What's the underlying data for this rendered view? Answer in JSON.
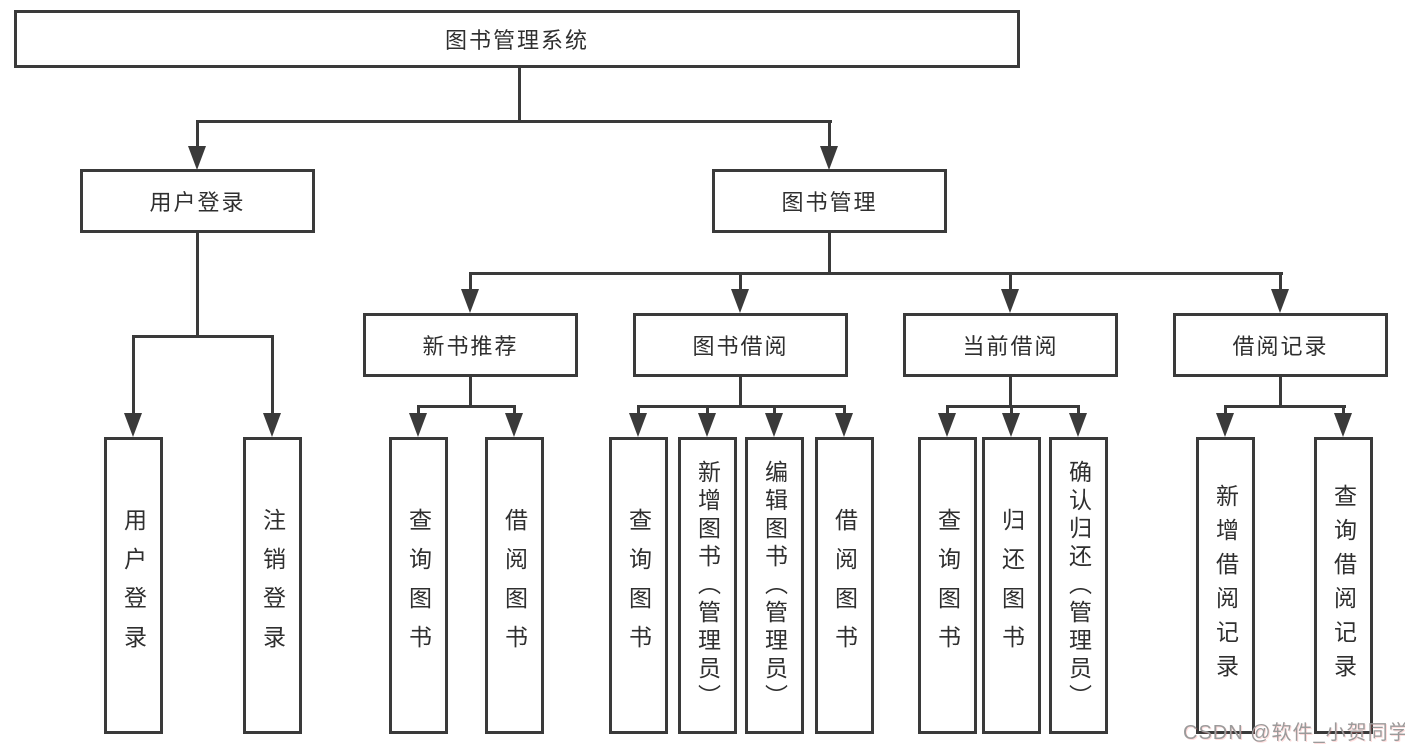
{
  "diagram": {
    "root": "图书管理系统",
    "level2": {
      "user_login": "用户登录",
      "book_management": "图书管理"
    },
    "level3": {
      "new_book_recommend": "新书推荐",
      "book_borrow": "图书借阅",
      "current_borrow": "当前借阅",
      "borrow_records": "借阅记录"
    },
    "leaves": {
      "user_login": "用户登录",
      "logout": "注销登录",
      "recommend_query_books": "查询图书",
      "recommend_borrow_books": "借阅图书",
      "borrow_query_books": "查询图书",
      "borrow_add_books_admin": "新增图书（管理员）",
      "borrow_edit_books_admin": "编辑图书（管理员）",
      "borrow_borrow_books": "借阅图书",
      "current_query_books": "查询图书",
      "current_return_books": "归还图书",
      "current_confirm_return_admin": "确认归还（管理员）",
      "records_add_record": "新增借阅记录",
      "records_query_record": "查询借阅记录"
    }
  },
  "watermark": "CSDN @软件_小贺同学",
  "colors": {
    "line": "#3a3a3a",
    "text": "#2f2f2f",
    "background": "#ffffff",
    "watermark": "#9b9b9b"
  }
}
